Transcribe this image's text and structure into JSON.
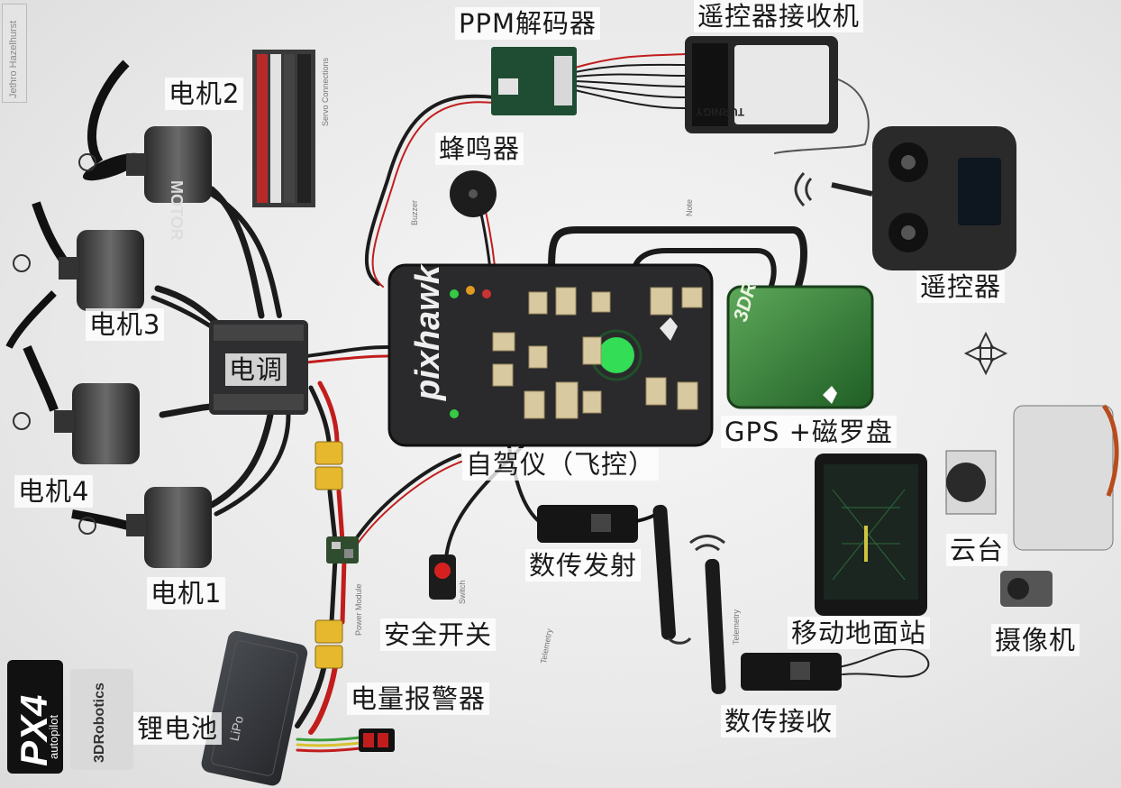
{
  "labels": {
    "ppm_decoder": "PPM解码器",
    "rc_receiver": "遥控器接收机",
    "motor2": "电机2",
    "buzzer": "蜂鸣器",
    "motor3": "电机3",
    "esc": "电调",
    "remote_controller": "遥控器",
    "gps_compass": "GPS +磁罗盘",
    "motor4": "电机4",
    "autopilot": "自驾仪（飞控）",
    "gimbal": "云台",
    "motor1": "电机1",
    "telemetry_tx": "数传发射",
    "mobile_gcs": "移动地面站",
    "safety_switch": "安全开关",
    "camera": "摄像机",
    "battery_alarm": "电量报警器",
    "lipo_battery": "锂电池",
    "telemetry_rx": "数传接收"
  },
  "device_text": {
    "pixhawk": "pixhawk",
    "gps_brand": "3DR",
    "motor_text": "MOTOR",
    "receiver_brand": "TURNIGY",
    "battery_text": "LiPo",
    "px4_logo": "PX4",
    "px4_sub": "autopilot",
    "brand_3dr": "3DRobotics",
    "credit": "Jethro Hazelhurst"
  },
  "annotations": {
    "servo": "Servo Connections",
    "buzzer": "Buzzer",
    "note": "Note",
    "switch": "Switch",
    "telemetry": "Telemetry",
    "power_module": "Power Module"
  },
  "colors": {
    "board": "#2a2a2c",
    "wire_black": "#1b1b1b",
    "wire_red": "#c21d1d",
    "gps": "#3f8a3f",
    "led_green": "#33dd55",
    "xt60": "#e6b82e"
  }
}
